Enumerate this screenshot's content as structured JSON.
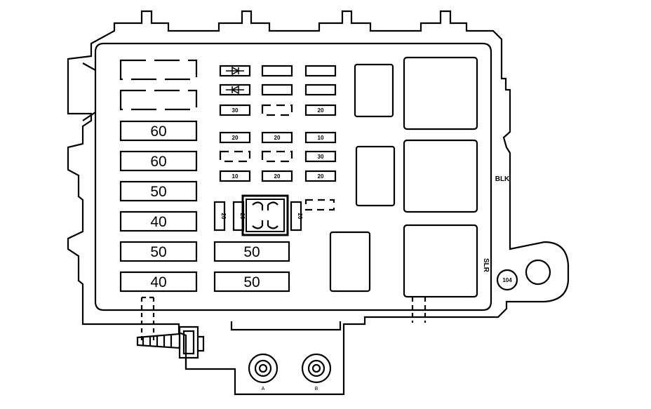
{
  "maxi_fuses_left": [
    "60",
    "60",
    "50",
    "40",
    "50",
    "40"
  ],
  "maxi_fuses_mid": [
    "50",
    "50"
  ],
  "mini_fuses": {
    "r3": [
      "30",
      "",
      "20"
    ],
    "r4": [
      "20",
      "20",
      "10"
    ],
    "r5": [
      "",
      "",
      "30"
    ],
    "r6": [
      "10",
      "20",
      "20"
    ]
  },
  "vertical_fuses": [
    "20",
    "20",
    "20"
  ],
  "labels": {
    "blk": "BLK",
    "slr": "SLR",
    "terminal_number": "104",
    "stud_a": "A",
    "stud_b": "B"
  },
  "colors": {
    "ink": "#000000",
    "paper": "#ffffff"
  }
}
